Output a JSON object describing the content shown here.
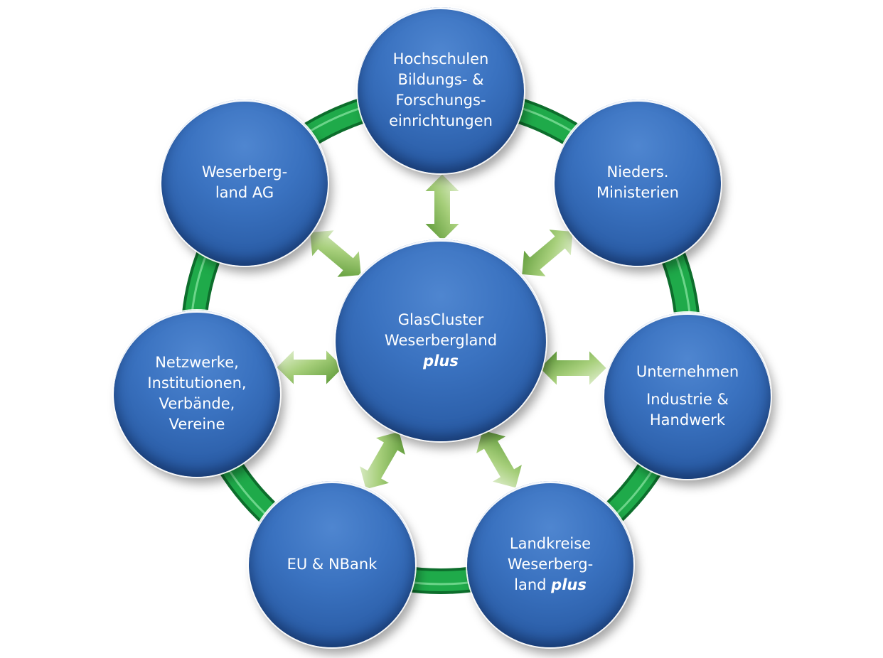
{
  "center": {
    "line1": "GlasCluster",
    "line2": "Weserbergland",
    "line3": "plus"
  },
  "nodes": {
    "hochschulen": {
      "line1": "Hochschulen",
      "line2": "Bildungs- &",
      "line3": "Forschungs-",
      "line4": "einrichtungen"
    },
    "ministerien": {
      "line1": "Nieders.",
      "line2": "Ministerien"
    },
    "unternehmen": {
      "line1": "Unternehmen",
      "line2": "Industrie &",
      "line3": "Handwerk"
    },
    "landkreise": {
      "line1": "Landkreise",
      "line2": "Weserberg-",
      "line3": "land",
      "line3_em": "plus"
    },
    "eu": {
      "line1": "EU & NBank"
    },
    "netzwerke": {
      "line1": "Netzwerke,",
      "line2": "Institutionen,",
      "line3": "Verbände,",
      "line4": "Vereine"
    },
    "weserbergland_ag": {
      "line1": "Weserberg-",
      "line2": "land AG"
    }
  },
  "colors": {
    "ring": "#1faa4a",
    "node": "#2f67b4",
    "arrow": "#6aa83a"
  }
}
